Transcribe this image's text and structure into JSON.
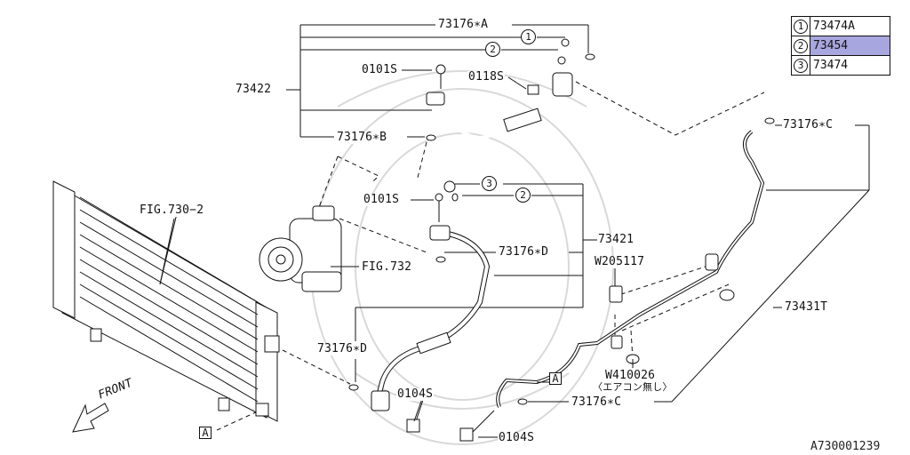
{
  "callouts": {
    "hose_set_a": "73176∗A",
    "hose_73422": "73422",
    "bolt_0101s_upper": "0101S",
    "bolt_0118s": "0118S",
    "oring_b": "73176∗B",
    "bolt_0101s_lower": "0101S",
    "fig_730_2": "FIG.730−2",
    "fig_732": "FIG.732",
    "pipe_73421": "73421",
    "oring_d_right": "73176∗D",
    "oring_d_left": "73176∗D",
    "clip_w205117": "W205117",
    "oring_c_top": "73176∗C",
    "pipe_73431t": "73431T",
    "nut_w410026": "W410026",
    "note_no_ac": "〈エアコン無し〉",
    "oring_c_bottom": "73176∗C",
    "bolt_0104s_mid": "0104S",
    "bolt_0104s_bottom": "0104S",
    "ref_a_left": "A",
    "ref_a_right": "A",
    "circ_1_top": "1",
    "circ_2_top": "2",
    "circ_3_mid": "3",
    "circ_2_mid": "2",
    "front_label": "FRONT"
  },
  "legend": [
    {
      "num": "1",
      "part": "73474A",
      "highlighted": false
    },
    {
      "num": "2",
      "part": "73454",
      "highlighted": true
    },
    {
      "num": "3",
      "part": "73474",
      "highlighted": false
    }
  ],
  "figure_code": "A730001239",
  "colors": {
    "highlight": "#a8a6de",
    "line": "#111111",
    "watermark": "#d9d9d9"
  }
}
